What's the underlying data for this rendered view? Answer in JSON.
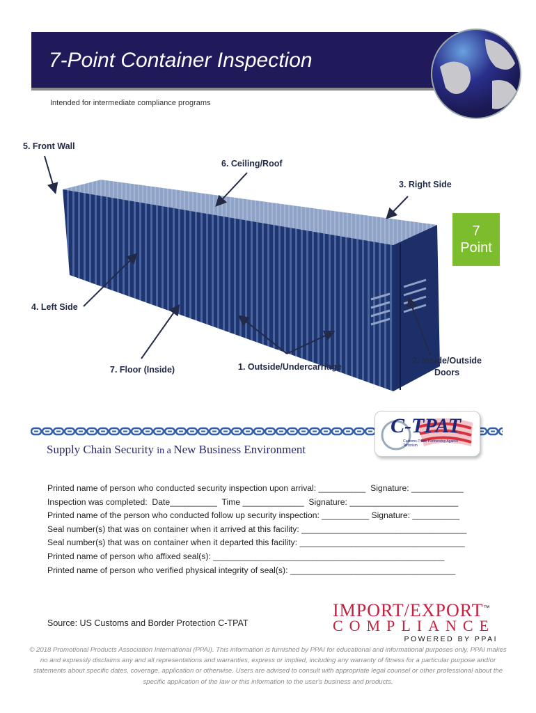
{
  "header": {
    "title": "7-Point Container Inspection",
    "subtitle": "Intended for intermediate compliance programs"
  },
  "diagram": {
    "labels": {
      "front_wall": "5. Front Wall",
      "ceiling_roof": "6. Ceiling/Roof",
      "right_side": "3. Right Side",
      "left_side": "4. Left Side",
      "floor": "7. Floor (Inside)",
      "undercarriage": "1. Outside/Undercarriage",
      "doors_line1": "2. Inside/Outside",
      "doors_line2": "Doors"
    },
    "badge": {
      "number": "7",
      "word": "Point",
      "color": "#7cbd2d"
    }
  },
  "banner": {
    "tagline_a": "Supply Chain Security ",
    "tagline_b": "in a ",
    "tagline_c": "New Business Environment",
    "logo_text": "C-TPAT",
    "logo_subtext": "Customs-Trade Partnership Against Terrorism"
  },
  "form": {
    "lines": [
      "Printed name of person who conducted security inspection upon arrival: __________  Signature: ___________",
      "Inspection was completed:  Date__________  Time _____________  Signature: _______________________",
      "Printed name of the person who conducted follow up security inspection: __________ Signature: __________",
      "Seal number(s) that was on container when it arrived at this facility: ___________________________________",
      "Seal number(s) that was on container when it departed this facility: ___________________________________",
      "Printed name of person who affixed seal(s): _________________________________________________",
      "Printed name of person who verified physical integrity of seal(s): ___________________________________"
    ]
  },
  "source": "Source: US Customs and Border Protection C-TPAT",
  "brand": {
    "line1": "IMPORT/EXPORT",
    "tm": "™",
    "line2": "COMPLIANCE",
    "line3": "POWERED BY PPAI",
    "color": "#c4203f"
  },
  "footer": "© 2018 Promotional Products Association International (PPAI). This information is furnished by PPAI for educational and informational purposes only. PPAI makes no and expressly disclaims any and all representations and warranties, express or implied, including any warranty of fitness for a particular purpose and/or statements about specific dates, coverage, application or otherwise. Users are advised to consult with appropriate legal counsel or other professional about the specific application of the law or this information to the user's business and products."
}
